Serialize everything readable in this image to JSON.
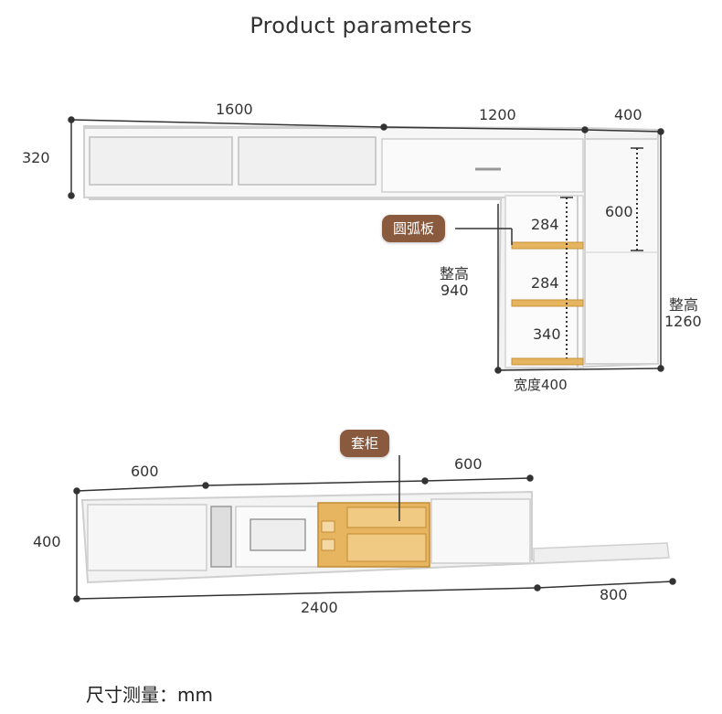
{
  "title": "Product parameters",
  "top_unit": {
    "dims": {
      "width_left": "1600",
      "width_mid": "1200",
      "width_right": "400",
      "height_top": "320",
      "shelf_1": "284",
      "shelf_2": "284",
      "shelf_3": "340",
      "cabinet_upper": "600",
      "total_height_mid_label": "整高",
      "total_height_mid": "940",
      "total_height_right_label": "整高",
      "total_height_right": "1260",
      "shelf_width": "宽度400"
    },
    "callout": "圆弧板"
  },
  "bottom_unit": {
    "dims": {
      "seg_left": "600",
      "seg_right": "600",
      "height": "400",
      "total_width": "2400",
      "extension": "800"
    },
    "callout": "套柜"
  },
  "unit_note": "尺寸测量：mm",
  "colors": {
    "frame": "#d9d9d9",
    "wood": "#e7b45f",
    "callout": "#8a5a3f",
    "line": "#333333"
  }
}
